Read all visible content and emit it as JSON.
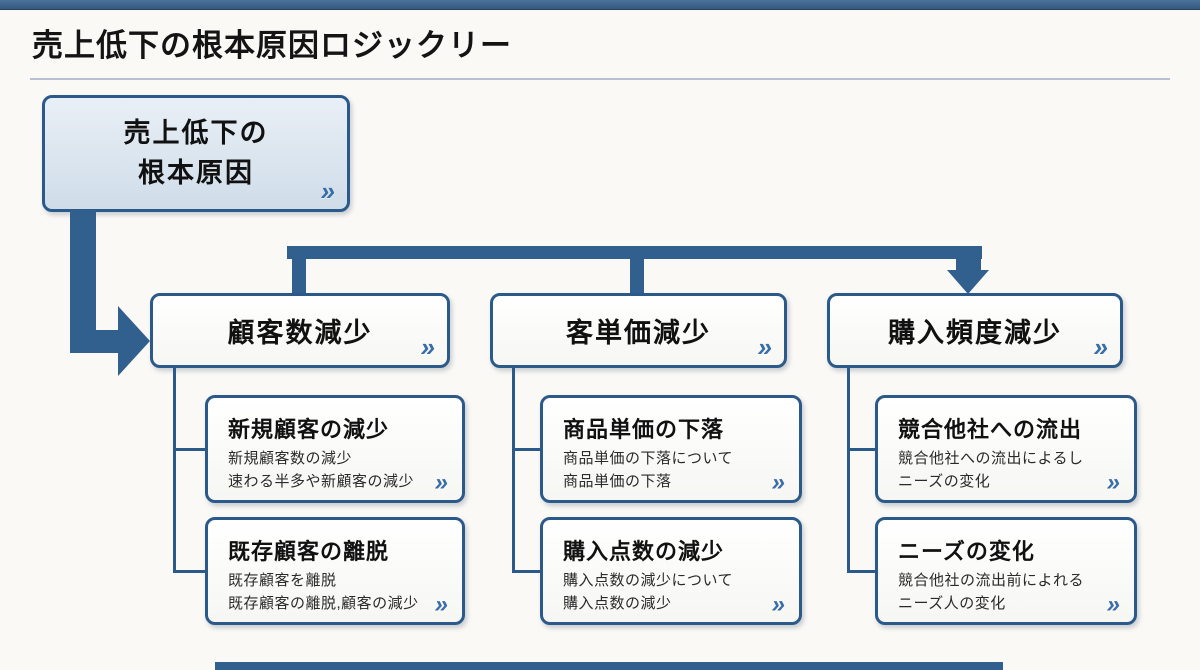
{
  "page": {
    "title": "売上低下の根本原因ロジックリー"
  },
  "icons": {
    "chevron": "»"
  },
  "colors": {
    "accent": "#31608f",
    "root_fill": "#d9e4ee",
    "top_bar": "#3a628c"
  },
  "root": {
    "line1": "売上低下の",
    "line2": "根本原因"
  },
  "columns": [
    {
      "header": "顧客数減少",
      "children": [
        {
          "title": "新規顧客の減少",
          "line1": "新規顧客数の減少",
          "line2": "速わる半多や新顧客の減少"
        },
        {
          "title": "既存顧客の離脱",
          "line1": "既存顧客を離脱",
          "line2": "既存顧客の離脱,顧客の減少"
        }
      ]
    },
    {
      "header": "客単価減少",
      "children": [
        {
          "title": "商品単価の下落",
          "line1": "商品単価の下落について",
          "line2": "商品単価の下落"
        },
        {
          "title": "購入点数の減少",
          "line1": "購入点数の減少について",
          "line2": "購入点数の減少"
        }
      ]
    },
    {
      "header": "購入頻度減少",
      "children": [
        {
          "title": "競合他社への流出",
          "line1": "競合他社への流出によるし",
          "line2": "ニーズの変化"
        },
        {
          "title": "ニーズの変化",
          "line1": "競合他社の流出前によれる",
          "line2": "ニーズ人の変化"
        }
      ]
    }
  ]
}
